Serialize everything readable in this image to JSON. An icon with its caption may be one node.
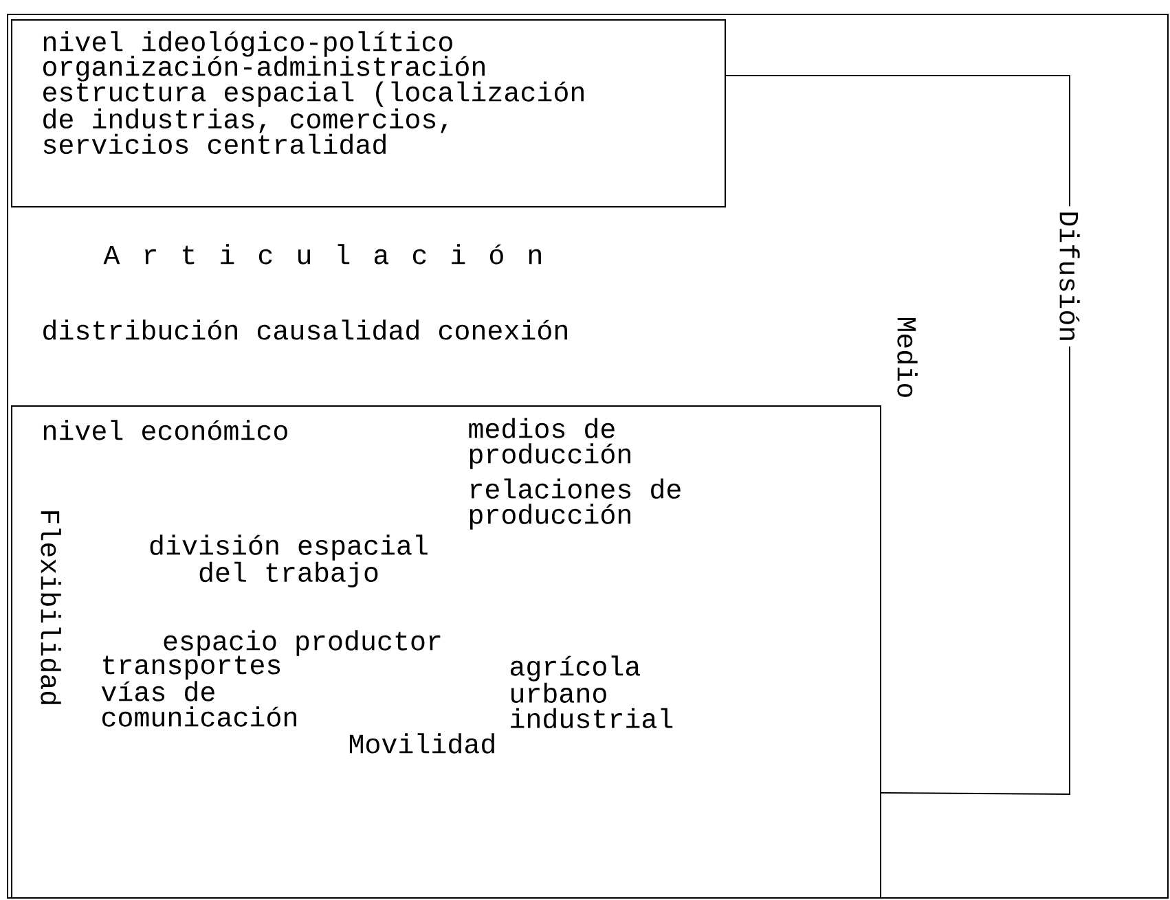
{
  "diagram": {
    "nodes": [
      {
        "text": [
          "A r t i c u l a c i ó n",
          "distribución causalidad conexión"
        ]
      },
      {
        "text": [
          "nivel ideológico-político",
          "organización-administración",
          "estructura espacial (localización de industrias, comercios, servicios centralidad"
        ],
        "in": 0
      },
      {
        "text": [
          "nivel económico",
          "medios de producción",
          "relaciones de producción",
          "Flexibilidad",
          "división espacial del trabajo",
          "espacio productor",
          "transportes vías de comunicación",
          "agrícola urbano industrial",
          "Movilidad"
        ],
        "in": 0
      }
    ],
    "edges": [
      {
        "from": 1,
        "to": 2,
        "arrow": "none",
        "label": "Difusión"
      }
    ],
    "labels": [
      "Medio"
    ]
  }
}
